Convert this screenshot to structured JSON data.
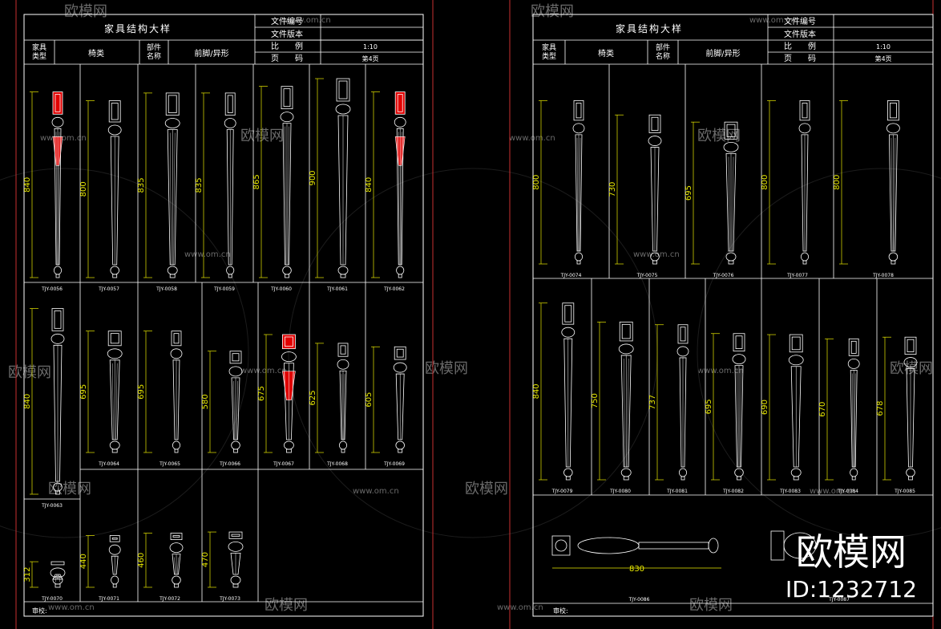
{
  "watermark": {
    "brand": "欧模网",
    "url": "www.om.cn",
    "id": "ID:1232712"
  },
  "colors": {
    "frame": "#ffffff",
    "border_red": "#c83030",
    "dim": "#e8e800",
    "highlight": "#e00000",
    "bg": "#000000"
  },
  "sheets": [
    {
      "title": "家具结构大样",
      "header": {
        "file_no_label": "文件编号",
        "file_ver_label": "文件版本",
        "scale_label": "比　　例",
        "page_label": "页　　码",
        "scale_value": "1:10",
        "page_value": "第4页",
        "type_label": "家具\n类型",
        "type_value": "椅类",
        "part_label": "部件\n名称",
        "part_value": "前脚/异形"
      },
      "footer_label": "审校:",
      "rows": [
        {
          "items": [
            {
              "code": "TJY-0056",
              "dim": "840"
            },
            {
              "code": "TJY-0057",
              "dim": "800"
            },
            {
              "code": "TJY-0058",
              "dim": "835"
            },
            {
              "code": "TJY-0059",
              "dim": "835"
            },
            {
              "code": "TJY-0060",
              "dim": "865"
            },
            {
              "code": "TJY-0061",
              "dim": "900"
            },
            {
              "code": "TJY-0062",
              "dim": "840"
            }
          ]
        },
        {
          "items": [
            {
              "code": "TJY-0063",
              "dim": "840"
            },
            {
              "code": "TJY-0064",
              "dim": "695"
            },
            {
              "code": "TJY-0065",
              "dim": "695"
            },
            {
              "code": "TJY-0066",
              "dim": "580"
            },
            {
              "code": "TJY-0067",
              "dim": "675"
            },
            {
              "code": "TJY-0068",
              "dim": "625"
            },
            {
              "code": "TJY-0069",
              "dim": "605"
            }
          ]
        },
        {
          "items": [
            {
              "code": "TJY-0070",
              "dim": "312"
            },
            {
              "code": "TJY-0071",
              "dim": "440"
            },
            {
              "code": "TJY-0072",
              "dim": "460"
            },
            {
              "code": "TJY-0073",
              "dim": "470"
            }
          ]
        }
      ]
    },
    {
      "title": "家具结构大样",
      "header": {
        "file_no_label": "文件编号",
        "file_ver_label": "文件版本",
        "scale_label": "比　　例",
        "page_label": "页　　码",
        "scale_value": "1:10",
        "page_value": "第4页",
        "type_label": "家具\n类型",
        "type_value": "椅类",
        "part_label": "部件\n名称",
        "part_value": "前脚/异形"
      },
      "footer_label": "审校:",
      "rows": [
        {
          "items": [
            {
              "code": "TJY-0074",
              "dim": "800"
            },
            {
              "code": "TJY-0075",
              "dim": "730"
            },
            {
              "code": "TJY-0076",
              "dim": "695"
            },
            {
              "code": "TJY-0077",
              "dim": "800"
            },
            {
              "code": "TJY-0078",
              "dim": "800"
            }
          ]
        },
        {
          "items": [
            {
              "code": "TJY-0079",
              "dim": "840"
            },
            {
              "code": "TJY-0080",
              "dim": "750"
            },
            {
              "code": "TJY-0081",
              "dim": "737"
            },
            {
              "code": "TJY-0082",
              "dim": "695"
            },
            {
              "code": "TJY-0083",
              "dim": "690"
            },
            {
              "code": "TJY-0084",
              "dim": "670"
            },
            {
              "code": "TJY-0085",
              "dim": "678"
            }
          ]
        },
        {
          "items": [
            {
              "code": "TJY-0086",
              "dim": "830"
            },
            {
              "code": "TJY-0087",
              "dim": ""
            }
          ]
        }
      ]
    }
  ]
}
